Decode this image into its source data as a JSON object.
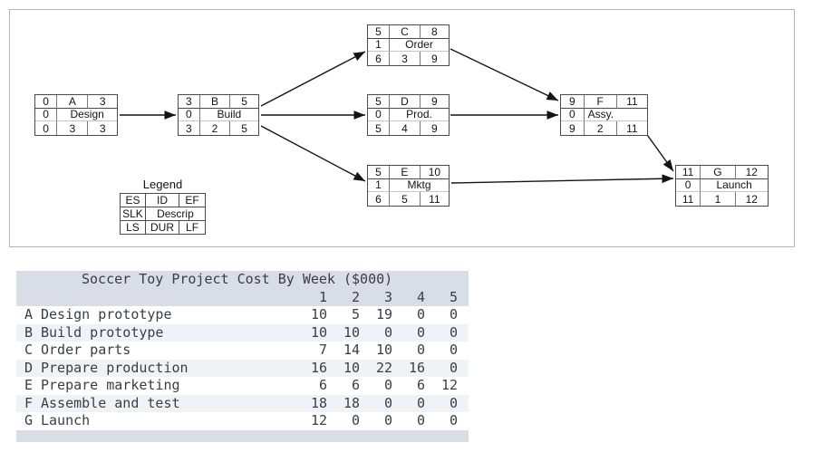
{
  "diagram": {
    "legend": {
      "title": "Legend",
      "r1": [
        "ES",
        "ID",
        "EF"
      ],
      "r2": [
        "SLK",
        "Descrip"
      ],
      "r3": [
        "LS",
        "DUR",
        "LF"
      ]
    },
    "nodes": [
      {
        "id": "A",
        "name": "Design",
        "es": "0",
        "ef": "3",
        "slk": "0",
        "ls": "0",
        "dur": "3",
        "lf": "3"
      },
      {
        "id": "B",
        "name": "Build",
        "es": "3",
        "ef": "5",
        "slk": "0",
        "ls": "3",
        "dur": "2",
        "lf": "5"
      },
      {
        "id": "C",
        "name": "Order",
        "es": "5",
        "ef": "8",
        "slk": "1",
        "ls": "6",
        "dur": "3",
        "lf": "9"
      },
      {
        "id": "D",
        "name": "Prod.",
        "es": "5",
        "ef": "9",
        "slk": "0",
        "ls": "5",
        "dur": "4",
        "lf": "9"
      },
      {
        "id": "E",
        "name": "Mktg",
        "es": "5",
        "ef": "10",
        "slk": "1",
        "ls": "6",
        "dur": "5",
        "lf": "11"
      },
      {
        "id": "F",
        "name": "Assy.",
        "es": "9",
        "ef": "11",
        "slk": "0",
        "ls": "9",
        "dur": "2",
        "lf": "11"
      },
      {
        "id": "G",
        "name": "Launch",
        "es": "11",
        "ef": "12",
        "slk": "0",
        "ls": "11",
        "dur": "1",
        "lf": "12"
      }
    ],
    "edges": [
      "A-B",
      "B-C",
      "B-D",
      "B-E",
      "C-F",
      "D-F",
      "E-G",
      "F-G"
    ]
  },
  "cost_table": {
    "title": "Soccer Toy Project Cost By Week ($000)",
    "week_headers": [
      "1",
      "2",
      "3",
      "4",
      "5"
    ],
    "rows": [
      {
        "id": "A",
        "activity": "Design prototype",
        "values": [
          "10",
          "5",
          "19",
          "0",
          "0"
        ]
      },
      {
        "id": "B",
        "activity": "Build prototype",
        "values": [
          "10",
          "10",
          "0",
          "0",
          "0"
        ]
      },
      {
        "id": "C",
        "activity": "Order parts",
        "values": [
          "7",
          "14",
          "10",
          "0",
          "0"
        ]
      },
      {
        "id": "D",
        "activity": "Prepare production",
        "values": [
          "16",
          "10",
          "22",
          "16",
          "0"
        ]
      },
      {
        "id": "E",
        "activity": "Prepare marketing",
        "values": [
          "6",
          "6",
          "0",
          "6",
          "12"
        ]
      },
      {
        "id": "F",
        "activity": "Assemble and test",
        "values": [
          "18",
          "18",
          "0",
          "0",
          "0"
        ]
      },
      {
        "id": "G",
        "activity": "Launch",
        "values": [
          "12",
          "0",
          "0",
          "0",
          "0"
        ]
      }
    ]
  },
  "colors": {
    "band": "#d9dde6",
    "row_stripe": "#f1f2f6",
    "node_border": "#4a4a4a",
    "frame_border": "#b3b3b3",
    "arrow": "#141414"
  }
}
